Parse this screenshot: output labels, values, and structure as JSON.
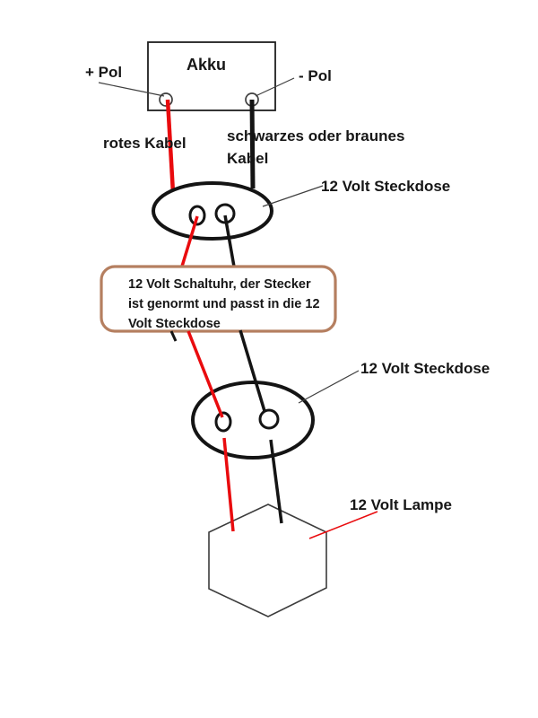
{
  "colors": {
    "red": "#e90b0e",
    "black": "#141414",
    "timer_border": "#b57f60",
    "outline": "#1f1f1f",
    "lamp_outline": "#3c3c3c",
    "pointer": "#3f3f3f",
    "background": "#ffffff"
  },
  "battery": {
    "label": "Akku",
    "plus": "+ Pol",
    "minus": "- Pol"
  },
  "cables": {
    "red": "rotes Kabel",
    "black_line1": "schwarzes oder braunes",
    "black_line2": "Kabel"
  },
  "sockets": {
    "top_label": "12 Volt Steckdose",
    "bottom_label": "12 Volt Steckdose"
  },
  "timer": {
    "line1": "12 Volt Schaltuhr, der Stecker",
    "line2": "ist genormt und passt in die 12",
    "line3": "Volt Steckdose"
  },
  "lamp": {
    "label": "12 Volt Lampe"
  }
}
